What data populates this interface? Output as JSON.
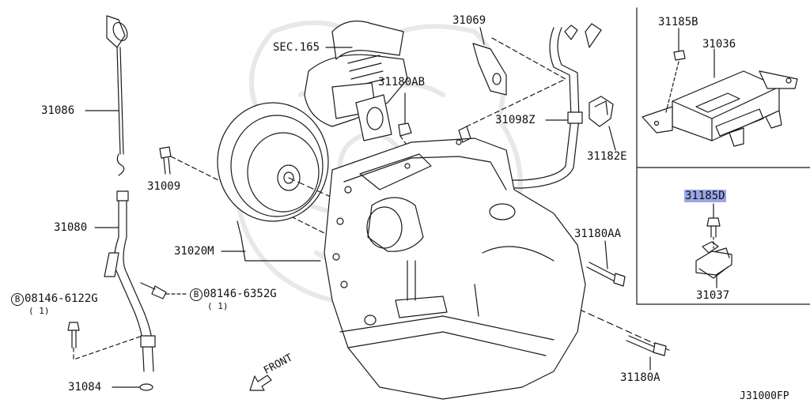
{
  "diagram": {
    "reference_code": "J31000FP",
    "front_label": "FRONT",
    "highlighted_part": "31185D",
    "colors": {
      "line": "#1a1a1a",
      "highlight": "#9aa6e6",
      "watermark": "#e8e8e8"
    },
    "parts": {
      "p31086": "31086",
      "p31080": "31080",
      "p31084": "31084",
      "p31009": "31009",
      "p31020m": "31020M",
      "sec165": "SEC.165",
      "p31180ab": "31180AB",
      "p31069": "31069",
      "p31098z": "31098Z",
      "p31182e": "31182E",
      "p31180aa": "31180AA",
      "p31180a": "31180A",
      "p31185b": "31185B",
      "p31036": "31036",
      "p31185d": "31185D",
      "p31037": "31037"
    },
    "bolts": {
      "b1": {
        "marker": "B",
        "number": "08146-6122G",
        "qty": "( 1)"
      },
      "b2": {
        "marker": "B",
        "number": "08146-6352G",
        "qty": "( 1)"
      }
    }
  }
}
